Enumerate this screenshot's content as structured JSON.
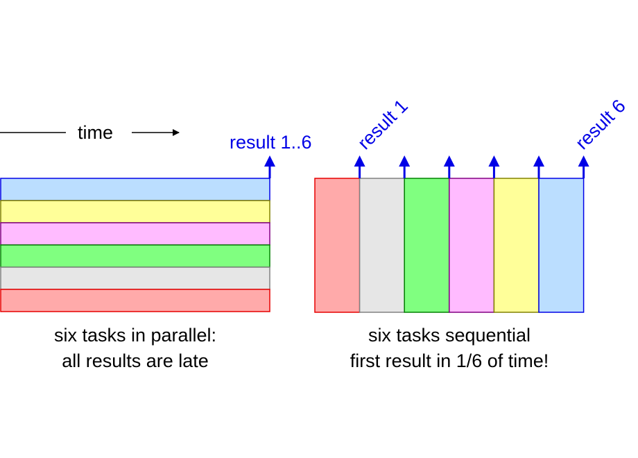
{
  "time_label": "time",
  "parallel": {
    "result_label": "result 1..6",
    "caption_line1": "six tasks in parallel:",
    "caption_line2": "all results are late",
    "bars": [
      {
        "fill": "#bbdeff",
        "stroke": "#0000e6"
      },
      {
        "fill": "#ffff99",
        "stroke": "#808000"
      },
      {
        "fill": "#ffbbff",
        "stroke": "#800080"
      },
      {
        "fill": "#80ff80",
        "stroke": "#008000"
      },
      {
        "fill": "#e6e6e6",
        "stroke": "#808080"
      },
      {
        "fill": "#ffaaaa",
        "stroke": "#e60000"
      }
    ]
  },
  "sequential": {
    "first_result_label": "result 1",
    "last_result_label": "result 6",
    "caption_line1": "six tasks sequential",
    "caption_line2": "first result in 1/6 of time!",
    "bars": [
      {
        "fill": "#ffaaaa",
        "stroke": "#e60000"
      },
      {
        "fill": "#e6e6e6",
        "stroke": "#808080"
      },
      {
        "fill": "#80ff80",
        "stroke": "#008000"
      },
      {
        "fill": "#ffbbff",
        "stroke": "#800080"
      },
      {
        "fill": "#ffff99",
        "stroke": "#808000"
      },
      {
        "fill": "#bbdeff",
        "stroke": "#0000e6"
      }
    ]
  },
  "colors": {
    "result_arrow": "#0000e6",
    "time_arrow": "#000000"
  }
}
